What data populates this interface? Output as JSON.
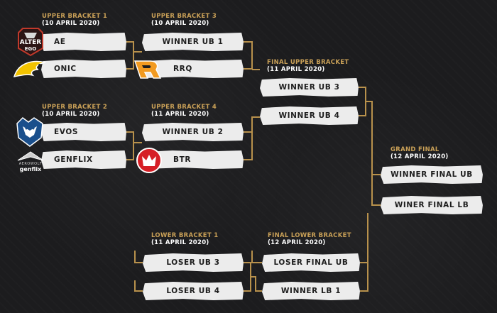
{
  "headers": {
    "ub1": {
      "title": "UPPER BRACKET 1",
      "date": "(10 APRIL 2020)"
    },
    "ub3": {
      "title": "UPPER BRACKET 3",
      "date": "(10 APRIL 2020)"
    },
    "ub2": {
      "title": "UPPER BRACKET 2",
      "date": "(10 APRIL 2020)"
    },
    "ub4": {
      "title": "UPPER BRACKET 4",
      "date": "(11 APRIL 2020)"
    },
    "fub": {
      "title": "FINAL UPPER BRACKET",
      "date": "(11 APRIL 2020)"
    },
    "gf": {
      "title": "GRAND FINAL",
      "date": "(12 APRIL 2020)"
    },
    "lb1": {
      "title": "LOWER BRACKET 1",
      "date": "(11 APRIL 2020)"
    },
    "flb": {
      "title": "FINAL LOWER BRACKET",
      "date": "(12 APRIL 2020)"
    }
  },
  "slots": {
    "ae": "AE",
    "onic": "ONIC",
    "winner_ub1": "WINNER UB 1",
    "rrq": "RRQ",
    "winner_ub3": "WINNER UB 3",
    "winner_ub4": "WINNER UB 4",
    "evos": "EVOS",
    "genflix": "GENFLIX",
    "winner_ub2": "WINNER UB 2",
    "btr": "BTR",
    "winner_final_ub": "WINNER FINAL UB",
    "winer_final_lb": "WINER FINAL LB",
    "loser_ub3": "LOSER UB 3",
    "loser_ub4": "LOSER UB 4",
    "loser_final_ub": "LOSER FINAL UB",
    "winner_lb1": "WINNER LB 1"
  },
  "logos": {
    "alterego_line1": "ALTER",
    "alterego_line2": "EGO",
    "aerowolf": "AEROWOLF",
    "genflix": "genflix"
  },
  "colors": {
    "gold": "#c9a057",
    "slot": "#ececec",
    "background": "#1c1c1e"
  }
}
